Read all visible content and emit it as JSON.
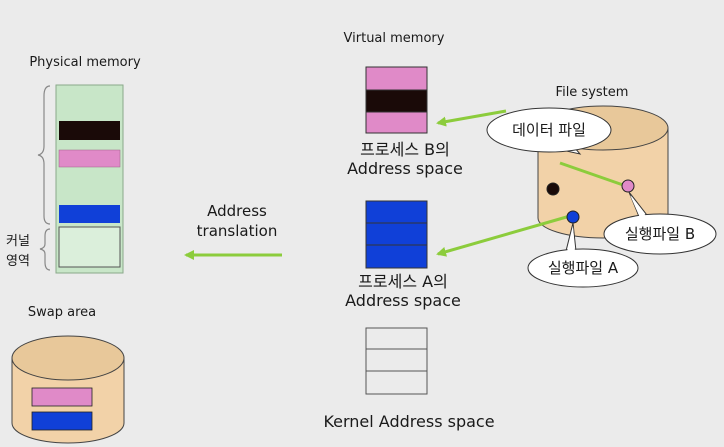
{
  "physical_memory": {
    "title": "Physical memory",
    "kernel_label_line1": "커널",
    "kernel_label_line2": "영역"
  },
  "virtual_memory": {
    "title": "Virtual memory",
    "process_b_line1": "프로세스 B의",
    "process_b_line2": "Address space",
    "process_a_line1": "프로세스 A의",
    "process_a_line2": "Address space",
    "kernel_space": "Kernel Address space"
  },
  "translation": {
    "line1": "Address",
    "line2": "translation"
  },
  "file_system": {
    "title": "File system",
    "data_file": "데이터 파일",
    "exec_b": "실행파일 B",
    "exec_a": "실행파일 A"
  },
  "swap": {
    "title": "Swap area"
  },
  "colors": {
    "background": "#ebebeb",
    "memory_green": "#c8e6c8",
    "pink": "#e08ac8",
    "black": "#1a0a08",
    "blue": "#1040d8",
    "disk_tan": "#f2d2a8",
    "disk_top": "#e8c89a",
    "arrow_green": "#8ccc3c"
  }
}
